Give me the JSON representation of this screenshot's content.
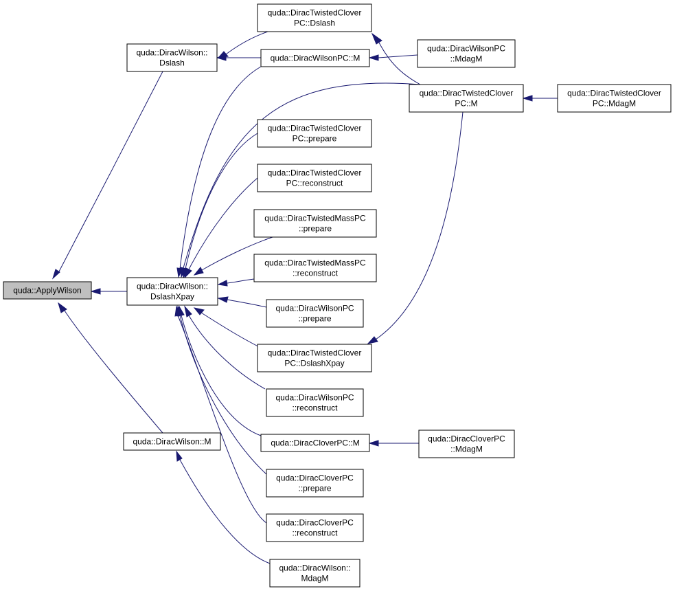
{
  "colors": {
    "edge": "#191970",
    "root_fill": "#bfbfbf",
    "node_fill": "#ffffff"
  },
  "nodes": {
    "apply_wilson": [
      "quda::ApplyWilson"
    ],
    "wilson_dslash": [
      "quda::DiracWilson::",
      "Dslash"
    ],
    "wilson_dslashxpay": [
      "quda::DiracWilson::",
      "DslashXpay"
    ],
    "wilson_m": [
      "quda::DiracWilson::M"
    ],
    "tc_pc_dslash": [
      "quda::DiracTwistedClover",
      "PC::Dslash"
    ],
    "wilson_pc_m": [
      "quda::DiracWilsonPC::M"
    ],
    "wilson_pc_mdagm": [
      "quda::DiracWilsonPC",
      "::MdagM"
    ],
    "tc_pc_m": [
      "quda::DiracTwistedClover",
      "PC::M"
    ],
    "tc_pc_mdagm": [
      "quda::DiracTwistedClover",
      "PC::MdagM"
    ],
    "tc_pc_prepare": [
      "quda::DiracTwistedClover",
      "PC::prepare"
    ],
    "tc_pc_reconstruct": [
      "quda::DiracTwistedClover",
      "PC::reconstruct"
    ],
    "tm_pc_prepare": [
      "quda::DiracTwistedMassPC",
      "::prepare"
    ],
    "tm_pc_reconstruct": [
      "quda::DiracTwistedMassPC",
      "::reconstruct"
    ],
    "wilson_pc_prepare": [
      "quda::DiracWilsonPC",
      "::prepare"
    ],
    "tc_pc_dslashxpay": [
      "quda::DiracTwistedClover",
      "PC::DslashXpay"
    ],
    "wilson_pc_reconstruct": [
      "quda::DiracWilsonPC",
      "::reconstruct"
    ],
    "clover_pc_m": [
      "quda::DiracCloverPC::M"
    ],
    "clover_pc_mdagm": [
      "quda::DiracCloverPC",
      "::MdagM"
    ],
    "clover_pc_prepare": [
      "quda::DiracCloverPC",
      "::prepare"
    ],
    "clover_pc_reconstruct": [
      "quda::DiracCloverPC",
      "::reconstruct"
    ],
    "wilson_mdagm": [
      "quda::DiracWilson::",
      "MdagM"
    ]
  },
  "edges": [
    [
      "wilson_dslash",
      "apply_wilson"
    ],
    [
      "wilson_dslashxpay",
      "apply_wilson"
    ],
    [
      "wilson_m",
      "apply_wilson"
    ],
    [
      "tc_pc_dslash",
      "wilson_dslash"
    ],
    [
      "wilson_pc_m",
      "wilson_dslash"
    ],
    [
      "tc_pc_m",
      "tc_pc_dslash"
    ],
    [
      "wilson_pc_mdagm",
      "wilson_pc_m"
    ],
    [
      "tc_pc_mdagm",
      "tc_pc_m"
    ],
    [
      "wilson_pc_m",
      "wilson_dslashxpay"
    ],
    [
      "tc_pc_m",
      "wilson_dslashxpay"
    ],
    [
      "tc_pc_prepare",
      "wilson_dslashxpay"
    ],
    [
      "tc_pc_reconstruct",
      "wilson_dslashxpay"
    ],
    [
      "tm_pc_prepare",
      "wilson_dslashxpay"
    ],
    [
      "tm_pc_reconstruct",
      "wilson_dslashxpay"
    ],
    [
      "wilson_pc_prepare",
      "wilson_dslashxpay"
    ],
    [
      "tc_pc_dslashxpay",
      "wilson_dslashxpay"
    ],
    [
      "tc_pc_m",
      "tc_pc_dslashxpay"
    ],
    [
      "wilson_pc_reconstruct",
      "wilson_dslashxpay"
    ],
    [
      "clover_pc_m",
      "wilson_dslashxpay"
    ],
    [
      "clover_pc_mdagm",
      "clover_pc_m"
    ],
    [
      "clover_pc_prepare",
      "wilson_dslashxpay"
    ],
    [
      "clover_pc_reconstruct",
      "wilson_dslashxpay"
    ],
    [
      "wilson_mdagm",
      "wilson_m"
    ]
  ]
}
